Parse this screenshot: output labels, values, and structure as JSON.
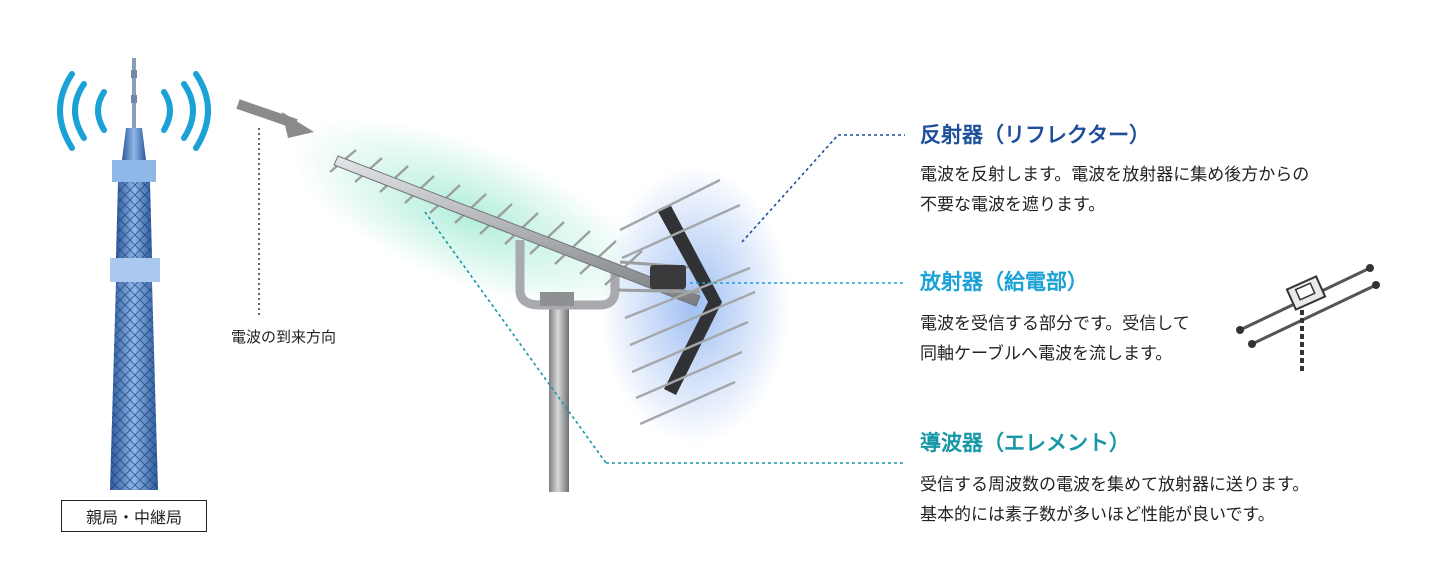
{
  "station_label": "親局・中継局",
  "direction_label": "電波の到来方向",
  "colors": {
    "reflector": "#1d4f9a",
    "radiator": "#1aa2d6",
    "director": "#1597a6",
    "wave_icon": "#1aa2d6",
    "tower": "#3f6fb0"
  },
  "parts": {
    "reflector": {
      "title": "反射器（リフレクター）",
      "line1": "電波を反射します。電波を放射器に集め後方からの",
      "line2": "不要な電波を遮ります。"
    },
    "radiator": {
      "title": "放射器（給電部）",
      "line1": "電波を受信する部分です。受信して",
      "line2": "同軸ケーブルへ電波を流します。"
    },
    "director": {
      "title": "導波器（エレメント）",
      "line1": "受信する周波数の電波を集めて放射器に送ります。",
      "line2": "基本的には素子数が多いほど性能が良いです。"
    }
  }
}
